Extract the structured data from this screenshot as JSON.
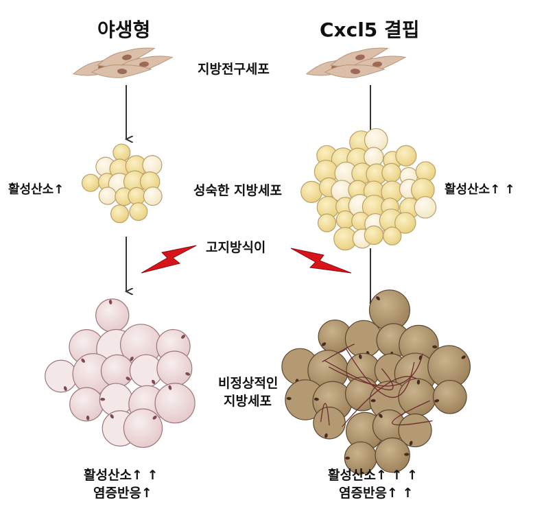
{
  "headers": {
    "left": "야생형",
    "right": "Cxcl5 결핍"
  },
  "labels": {
    "preadipocyte": "지방전구세포",
    "mature_adipocyte": "성숙한 지방세포",
    "high_fat_diet": "고지방식이",
    "abnormal_line1": "비정상적인",
    "abnormal_line2": "지방세포",
    "ros_left_mature": "활성산소↑",
    "ros_right_mature": "활성산소↑ ↑",
    "bottom_left_line1": "활성산소↑ ↑",
    "bottom_left_line2": "염증반응↑",
    "bottom_right_line1": "활성산소↑ ↑ ↑",
    "bottom_right_line2": "염증반응↑ ↑"
  },
  "colors": {
    "preadipocyte": "#d9b8a0",
    "mature_cell": "#f2dd9a",
    "abnormal_left": "#e8cfd0",
    "abnormal_right": "#a9906a",
    "lightning": "#d8141b",
    "arrow": "#333333"
  }
}
